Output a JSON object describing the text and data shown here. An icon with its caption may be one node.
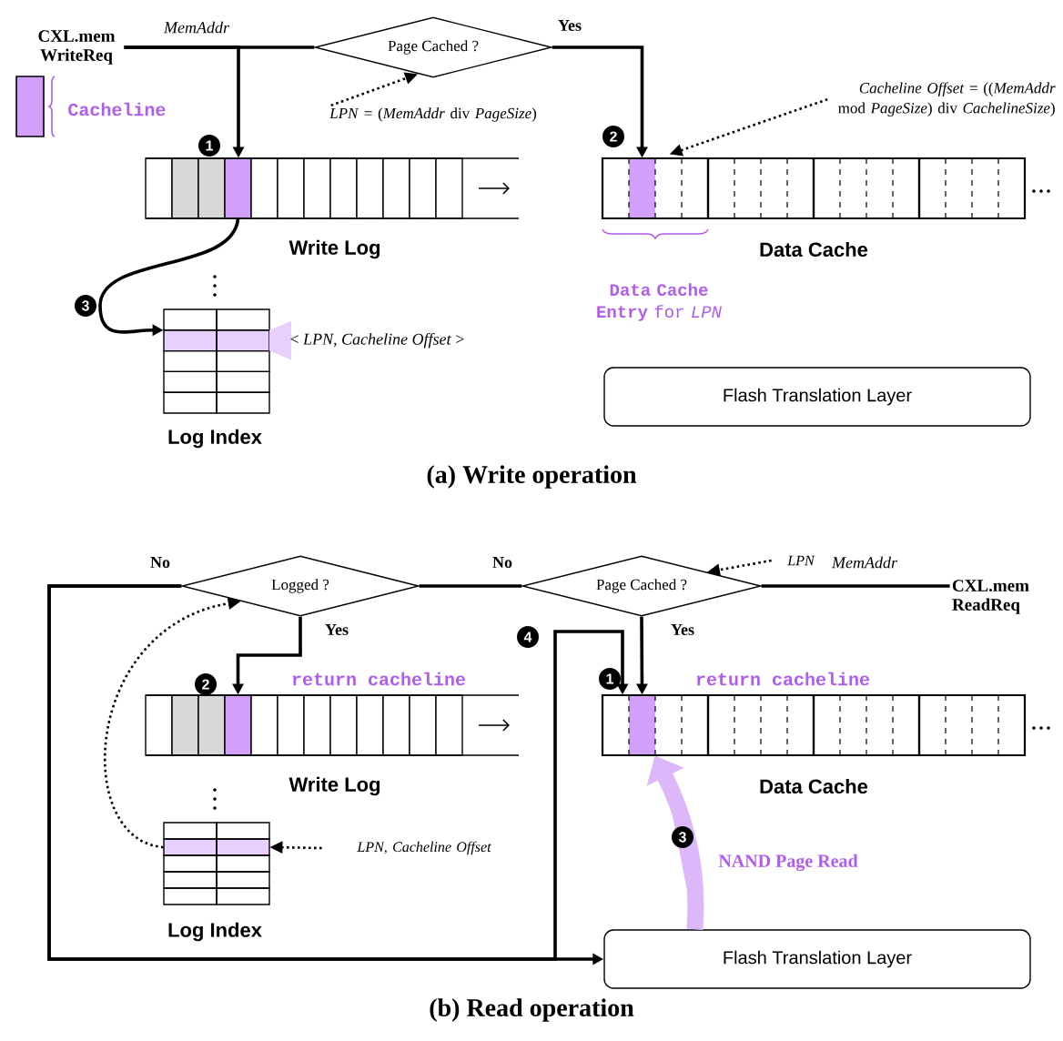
{
  "diagram": {
    "nodes": [
      {
        "text": [
          "CXL.mem WriteReq"
        ]
      },
      {
        "text": [
          "Page Cached ?"
        ]
      },
      {
        "text": [
          "*LPN* = (*MemAddr* div *PageSize*)"
        ]
      },
      {
        "text": [
          "*Cacheline Offset* = ((*MemAddr* mod *PageSize*) div *CachelineSize*)"
        ]
      },
      {
        "text": [
          "Write Log"
        ]
      },
      {
        "text": [
          "Data Cache"
        ]
      },
      {
        "text": [
          "Log Index"
        ],
        "beside": [
          "< *LPN, Cacheline Offset* >"
        ]
      },
      {
        "text": [
          "Flash Translation Layer"
        ]
      },
      {
        "text": [
          "Logged ?"
        ]
      },
      {
        "text": [
          "Page Cached ?"
        ]
      },
      {
        "text": [
          "LPN"
        ]
      },
      {
        "text": [
          "CXL.mem ReadReq"
        ]
      },
      {
        "text": [
          "Write Log"
        ]
      },
      {
        "text": [
          "Data Cache"
        ]
      },
      {
        "text": [
          "LPN, Cacheline Offset"
        ]
      },
      {
        "text": [
          "Log Index"
        ]
      },
      {
        "text": [
          "Flash Translation Layer"
        ]
      }
    ],
    "edges": [
      {
        "from": 0,
        "to": 4,
        "arrow": "to"
      },
      {
        "from": 0,
        "to": 1,
        "arrow": "none"
      },
      {
        "from": 1,
        "to": 5,
        "arrow": "to",
        "label": "Yes"
      },
      {
        "from": 2,
        "to": 1,
        "arrow": "to",
        "style": "dashed"
      },
      {
        "from": 3,
        "to": 5,
        "arrow": "to",
        "style": "dashed"
      },
      {
        "from": 4,
        "to": 6,
        "arrow": "to"
      },
      {
        "from": 11,
        "to": 9,
        "arrow": "none"
      },
      {
        "from": 10,
        "to": 9,
        "arrow": "to",
        "style": "dashed"
      },
      {
        "from": 9,
        "to": 13,
        "arrow": "to",
        "label": "Yes"
      },
      {
        "from": 9,
        "to": 8,
        "arrow": "none",
        "label": "No"
      },
      {
        "from": 8,
        "to": 12,
        "arrow": "to",
        "label": "Yes"
      },
      {
        "from": 8,
        "to": 16,
        "arrow": "to",
        "label": "No"
      },
      {
        "from": 8,
        "to": 13,
        "arrow": "to"
      },
      {
        "from": 14,
        "to": 15,
        "arrow": "to",
        "style": "dashed"
      },
      {
        "from": 15,
        "to": 8,
        "arrow": "to",
        "style": "dashed"
      },
      {
        "from": 16,
        "to": 13,
        "arrow": "to",
        "label": "NAND Page Read",
        "style": "thick",
        "color": "#dcb8fb"
      }
    ],
    "labels": [
      "MemAddr",
      "Cacheline",
      "1",
      "2",
      "**Data Cache Entry** for *LPN*",
      "3",
      "(a) Write operation",
      "MemAddr",
      "4",
      "2",
      "return cacheline",
      "1",
      "return cacheline",
      "3",
      "(b) Read operation"
    ]
  }
}
